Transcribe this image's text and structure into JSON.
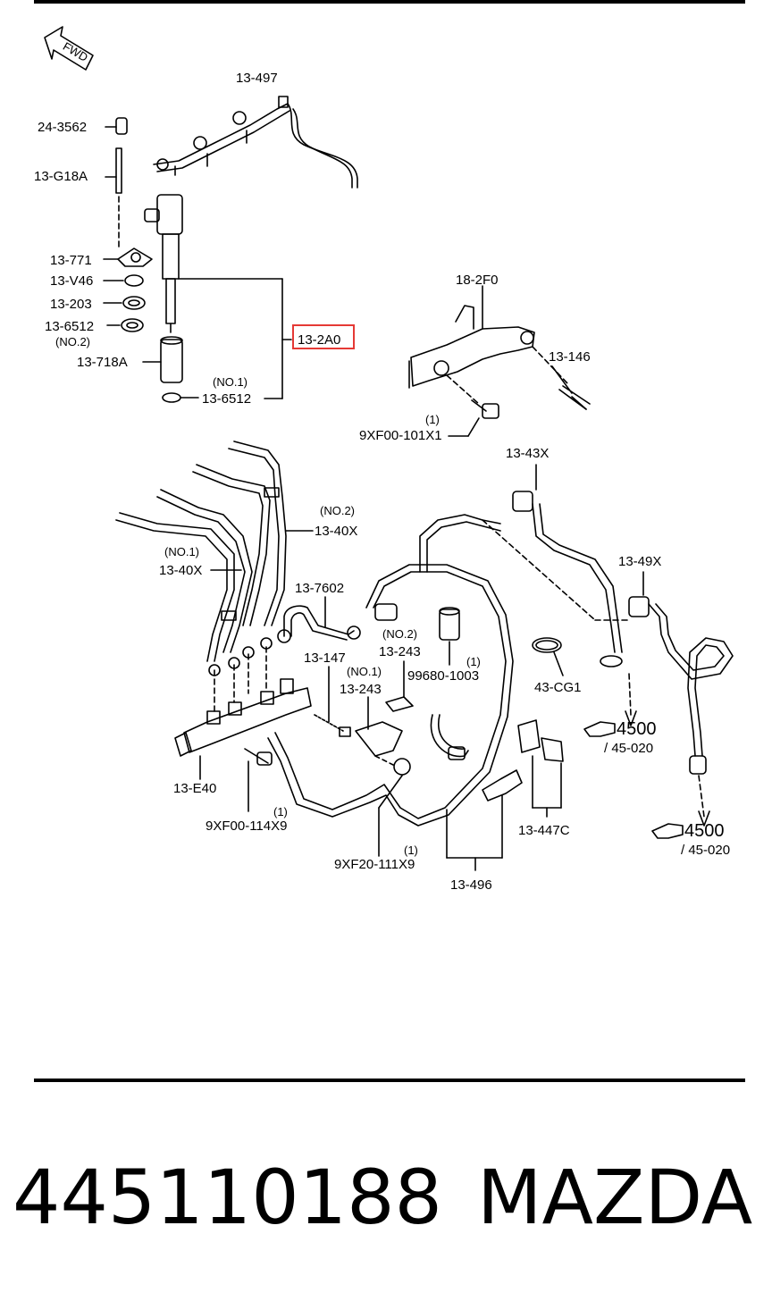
{
  "fwd_label": "FWD",
  "callouts": {
    "c13_497": "13-497",
    "c24_3562": "24-3562",
    "c13_G18A": "13-G18A",
    "c13_771": "13-771",
    "c13_V46": "13-V46",
    "c13_203": "13-203",
    "c13_6512_a": "13-6512",
    "no2_a": "(NO.2)",
    "c13_718A": "13-718A",
    "no1_a": "(NO.1)",
    "c13_6512_b": "13-6512",
    "c13_2A0": "13-2A0",
    "c18_2F0": "18-2F0",
    "c13_146": "13-146",
    "qty1_a": "(1)",
    "c9XF00_101X1": "9XF00-101X1",
    "c13_43X": "13-43X",
    "no2_b": "(NO.2)",
    "c13_40X_a": "13-40X",
    "no1_b": "(NO.1)",
    "c13_40X_b": "13-40X",
    "c13_7602": "13-7602",
    "c13_49X": "13-49X",
    "no2_c": "(NO.2)",
    "c13_243_a": "13-243",
    "c13_147": "13-147",
    "qty1_b": "(1)",
    "c99680_1003": "99680-1003",
    "no1_c": "(NO.1)",
    "c13_243_b": "13-243",
    "c43_CG1": "43-CG1",
    "ref_4500_a": "4500",
    "ref_45020_a": "/ 45-020",
    "c13_E40": "13-E40",
    "qty1_c": "(1)",
    "c9XF00_114X9": "9XF00-114X9",
    "c13_447C": "13-447C",
    "ref_4500_b": "4500",
    "ref_45020_b": "/ 45-020",
    "qty1_d": "(1)",
    "c9XF20_111X9": "9XF20-111X9",
    "c13_496": "13-496"
  },
  "highlight_color": "#e53935",
  "part_number": "445110188",
  "brand": "MAZDA"
}
